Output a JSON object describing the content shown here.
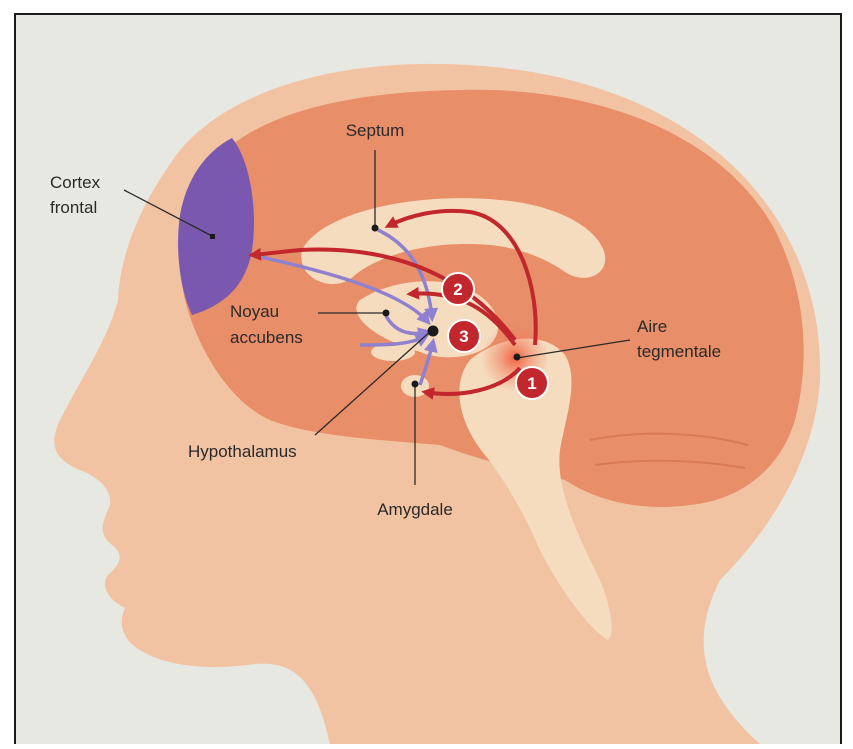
{
  "labels": {
    "septum": "Septum",
    "cortex_line1": "Cortex",
    "cortex_line2": "frontal",
    "noyau_line1": "Noyau",
    "noyau_line2": "accubens",
    "hypothalamus": "Hypothalamus",
    "amygdale": "Amygdale",
    "aire_line1": "Aire",
    "aire_line2": "tegmentale"
  },
  "badges": {
    "one": "1",
    "two": "2",
    "three": "3"
  },
  "colors": {
    "background": "#e8e8e3",
    "skin": "#f2c3a3",
    "brain": "#e88e68",
    "inner": "#f6dcbf",
    "cortex_frontal": "#7a58b0",
    "red_pathway": "#c1272d",
    "purple_pathway": "#9080d0",
    "badge": "#c1272d"
  }
}
